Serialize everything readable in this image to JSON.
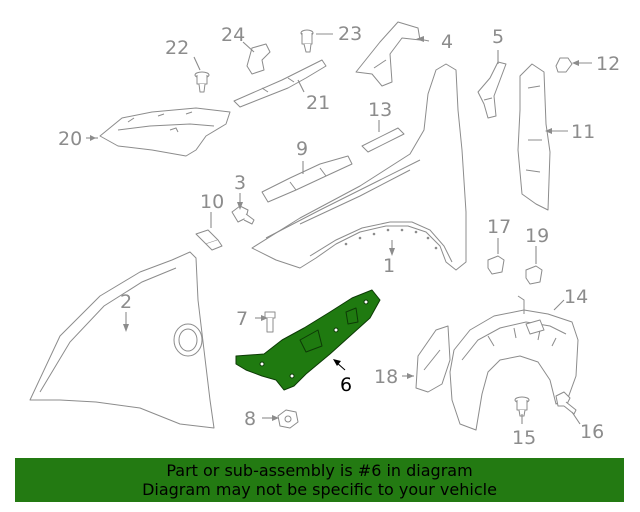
{
  "callouts": {
    "p1": "1",
    "p2": "2",
    "p3": "3",
    "p4": "4",
    "p5": "5",
    "p6": "6",
    "p7": "7",
    "p8": "8",
    "p9": "9",
    "p10": "10",
    "p11": "11",
    "p12": "12",
    "p13": "13",
    "p14": "14",
    "p15": "15",
    "p16": "16",
    "p17": "17",
    "p18": "18",
    "p19": "19",
    "p20": "20",
    "p21": "21",
    "p22": "22",
    "p23": "23",
    "p24": "24"
  },
  "highlight_part": "6",
  "colors": {
    "banner_bg": "#237a12",
    "highlight_fill": "#1f7a10",
    "line_gray": "#8c8c8c"
  },
  "banner": {
    "line1": "Part or sub-assembly is #6 in diagram",
    "line2": "Diagram may not be specific to your vehicle"
  }
}
